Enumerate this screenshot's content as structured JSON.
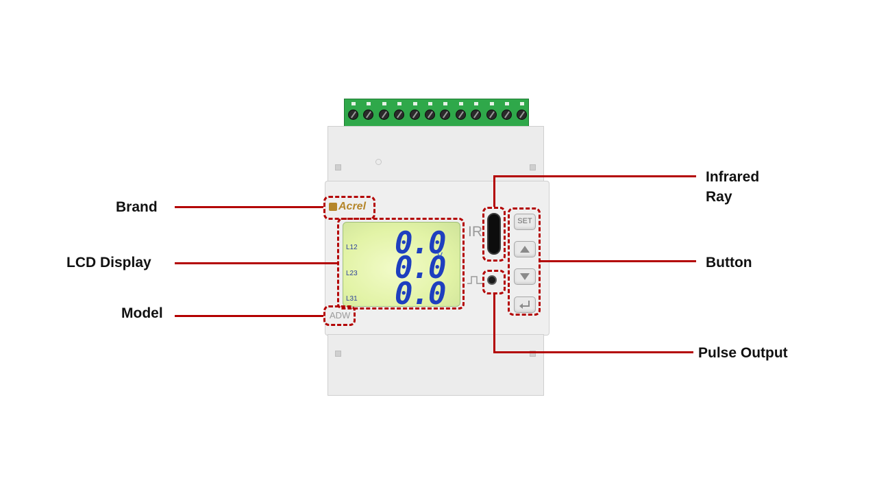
{
  "device": {
    "brand_text": "Acrel",
    "model_text": "ADW",
    "ir_text": "IR",
    "lcd": {
      "rows": [
        {
          "label": "L12",
          "value": "0.0"
        },
        {
          "label": "L23",
          "value": "0.0"
        },
        {
          "label": "L31",
          "value": "0.0"
        }
      ],
      "unit": "V"
    },
    "buttons": {
      "set_label": "SET",
      "up_icon": "triangle-up-icon",
      "down_icon": "triangle-down-icon",
      "enter_icon": "enter-arrow-icon"
    },
    "terminal_screw_count": 12
  },
  "callouts": {
    "brand": "Brand",
    "lcd_display": "LCD Display",
    "model": "Model",
    "infrared_line1": "Infrared",
    "infrared_line2": "Ray",
    "button": "Button",
    "pulse_output": "Pulse Output"
  },
  "colors": {
    "callout_line": "#b30000",
    "terminal_green": "#2fa84a",
    "lcd_digits": "#1e3fbf"
  }
}
